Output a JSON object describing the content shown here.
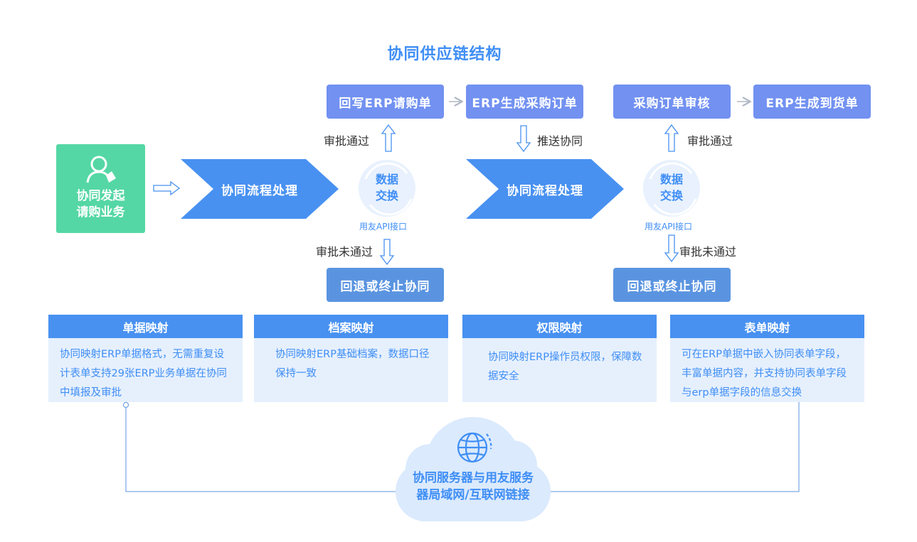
{
  "title": "协同供应链结构",
  "initiator": {
    "line1": "协同发起",
    "line2": "请购业务"
  },
  "flow1": {
    "process": "协同流程处理",
    "exchange_line1": "数据",
    "exchange_line2": "交换",
    "api": "用友API接口",
    "approved": "审批通过",
    "rejected": "审批未通过",
    "rollback": "回退或终止协同",
    "step1": "回写ERP请购单",
    "step2": "ERP生成采购订单",
    "push": "推送协同"
  },
  "flow2": {
    "process": "协同流程处理",
    "exchange_line1": "数据",
    "exchange_line2": "交换",
    "api": "用友API接口",
    "approved": "审批通过",
    "rejected": "审批未通过",
    "rollback": "回退或终止协同",
    "step1": "采购订单审核",
    "step2": "ERP生成到货单"
  },
  "cards": [
    {
      "title": "单据映射",
      "body": "协同映射ERP单据格式，无需重复设计表单支持29张ERP业务单据在协同中填报及审批"
    },
    {
      "title": "档案映射",
      "body": "协同映射ERP基础档案，数据口径保持一致"
    },
    {
      "title": "权限映射",
      "body": "协同映射ERP操作员权限，保障数据安全"
    },
    {
      "title": "表单映射",
      "body": "可在ERP单据中嵌入协同表单字段，丰富单据内容，并支持协同表单字段与erp单据字段的信息交换"
    }
  ],
  "cloud": {
    "line1": "协同服务器与用友服务",
    "line2": "器局域网/互联网链接"
  },
  "colors": {
    "accent": "#3f8ef5",
    "initiator": "#54d7a4",
    "step_box": "#7291f1",
    "rollback_box": "#5a94e0",
    "card_head": "#4891f1",
    "card_body": "#e6f0fd",
    "chevron": "#4891f1"
  },
  "icons": [
    "user-icon",
    "globe-icon",
    "cycle-arrows-icon",
    "hollow-arrow-icon"
  ]
}
